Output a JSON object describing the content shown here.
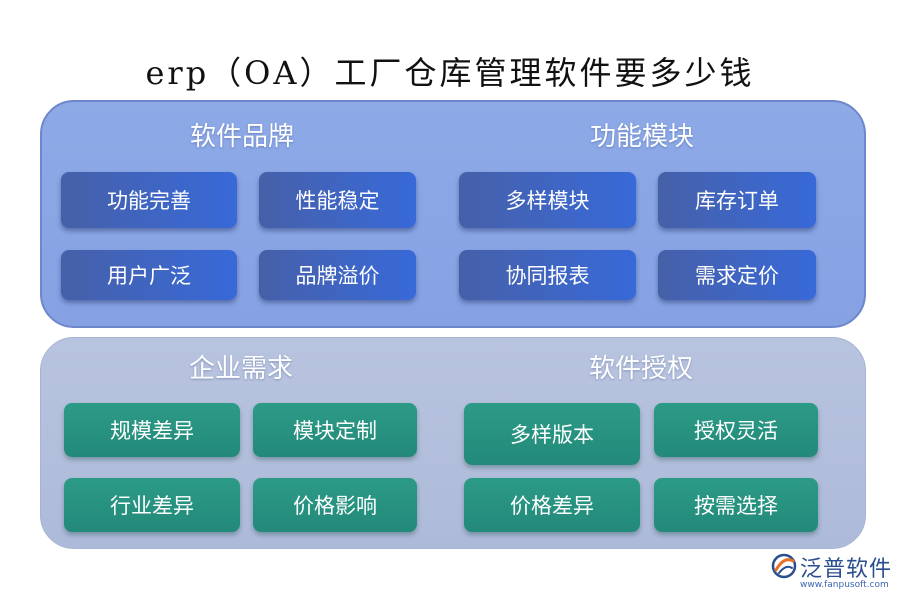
{
  "title": "erp（OA）工厂仓库管理软件要多少钱",
  "top_panel": {
    "left_group": {
      "title": "软件品牌",
      "items": [
        "功能完善",
        "性能稳定",
        "用户广泛",
        "品牌溢价"
      ]
    },
    "right_group": {
      "title": "功能模块",
      "items": [
        "多样模块",
        "库存订单",
        "协同报表",
        "需求定价"
      ]
    }
  },
  "bottom_panel": {
    "left_group": {
      "title": "企业需求",
      "items": [
        "规模差异",
        "模块定制",
        "行业差异",
        "价格影响"
      ]
    },
    "right_group": {
      "title": "软件授权",
      "items": [
        "多样版本",
        "授权灵活",
        "价格差异",
        "按需选择"
      ]
    }
  },
  "logo": {
    "name": "泛普软件",
    "url": "www.fanpusoft.com",
    "icon": "fanpu-logo-icon"
  },
  "colors": {
    "top_panel": "#8da9e6",
    "bottom_panel": "#b8c4df",
    "blue_button": "#3e66c6",
    "teal_button": "#23897a"
  }
}
